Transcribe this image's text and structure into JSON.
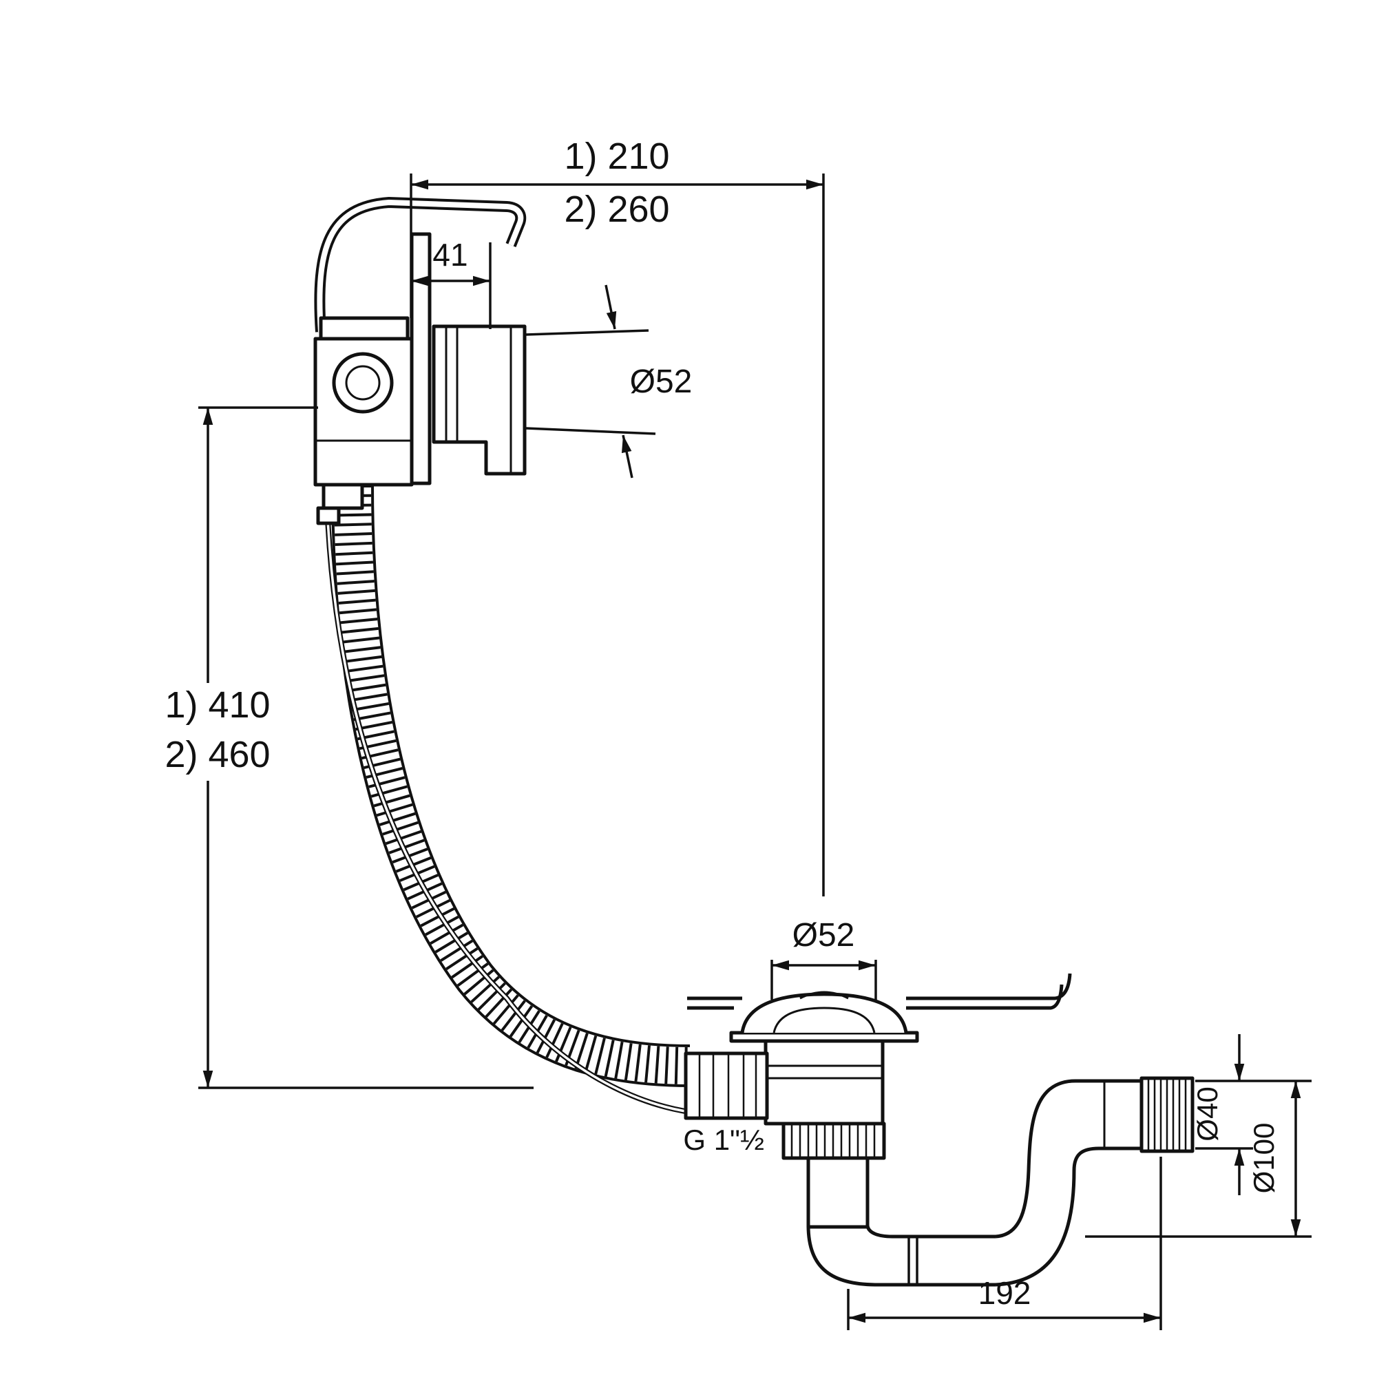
{
  "drawing": {
    "type": "technical-dimension-drawing",
    "subject": "bath waste, overflow filler with flexible hose and outlet elbow",
    "line_color": "#111111",
    "background": "#ffffff"
  },
  "labels": {
    "top_width_1": "1) 210",
    "top_width_2": "2) 260",
    "bracket_offset": "41",
    "trim_diameter": "Ø52",
    "height_1": "1) 410",
    "height_2": "2) 460",
    "waste_diameter": "Ø52",
    "thread_size": "G 1\"½",
    "outlet_diameter": "Ø40",
    "elbow_diameter": "Ø100",
    "outlet_length": "192"
  }
}
